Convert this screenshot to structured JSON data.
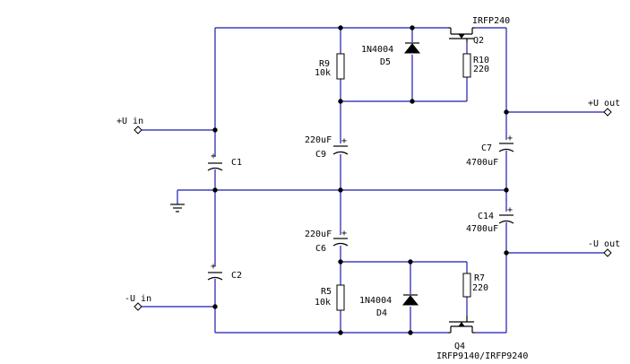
{
  "labels": {
    "q2_type": "IRFP240",
    "q2_ref": "Q2",
    "d5_type": "1N4004",
    "d5_ref": "D5",
    "r9_ref": "R9",
    "r9_val": "10k",
    "r10_ref": "R10",
    "r10_val": "220",
    "u_in_pos": "+U in",
    "u_out_pos": "+U out",
    "c9_val": "220uF",
    "c9_ref": "C9",
    "c1_ref": "C1",
    "c7_ref": "C7",
    "c7_val": "4700uF",
    "c14_ref": "C14",
    "c14_val": "4700uF",
    "c6_val": "220uF",
    "c6_ref": "C6",
    "u_out_neg": "-U out",
    "c2_ref": "C2",
    "r7_ref": "R7",
    "r7_val": "220",
    "r5_ref": "R5",
    "r5_val": "10k",
    "d4_type": "1N4004",
    "d4_ref": "D4",
    "u_in_neg": "-U in",
    "q4_ref": "Q4",
    "q4_type": "IRFP9140/IRFP9240",
    "plus": "+"
  },
  "colors": {
    "wire": "#1a1ab4",
    "component": "#000000",
    "background": "#ffffff"
  }
}
